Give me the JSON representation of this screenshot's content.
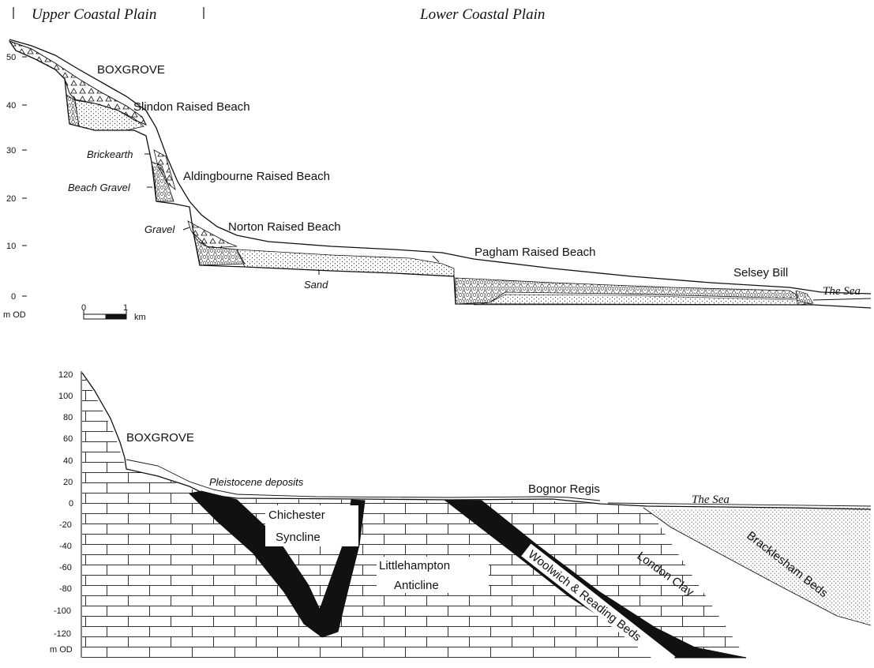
{
  "header": {
    "upper_coastal_plain": "Upper Coastal Plain",
    "lower_coastal_plain": "Lower Coastal Plain"
  },
  "top_section": {
    "axis_ticks": [
      "50",
      "40",
      "30",
      "20",
      "10",
      "0"
    ],
    "axis_unit": "m OD",
    "scale_bar": {
      "start": "0",
      "end": "1",
      "unit": "km"
    },
    "labels": {
      "boxgrove": "BOXGROVE",
      "slindon": "Slindon Raised Beach",
      "brickearth": "Brickearth",
      "aldingbourne": "Aldingbourne Raised Beach",
      "beach_gravel": "Beach Gravel",
      "gravel": "Gravel",
      "norton": "Norton Raised Beach",
      "pagham": "Pagham Raised Beach",
      "sand": "Sand",
      "selsey_bill": "Selsey Bill",
      "the_sea": "The Sea"
    }
  },
  "bottom_section": {
    "axis_ticks": [
      "120",
      "100",
      "80",
      "60",
      "40",
      "20",
      "0",
      "-20",
      "-40",
      "-60",
      "-80",
      "-100",
      "-120"
    ],
    "axis_unit": "m OD",
    "labels": {
      "boxgrove": "BOXGROVE",
      "pleistocene": "Pleistocene deposits",
      "bognor": "Bognor Regis",
      "the_sea": "The Sea",
      "chichester_1": "Chichester",
      "chichester_2": "Syncline",
      "littlehampton_1": "Littlehampton",
      "littlehampton_2": "Anticline",
      "woolwich": "Woolwich & Reading Beds",
      "london_clay": "London Clay",
      "bracklesham": "Bracklesham Beds"
    }
  }
}
